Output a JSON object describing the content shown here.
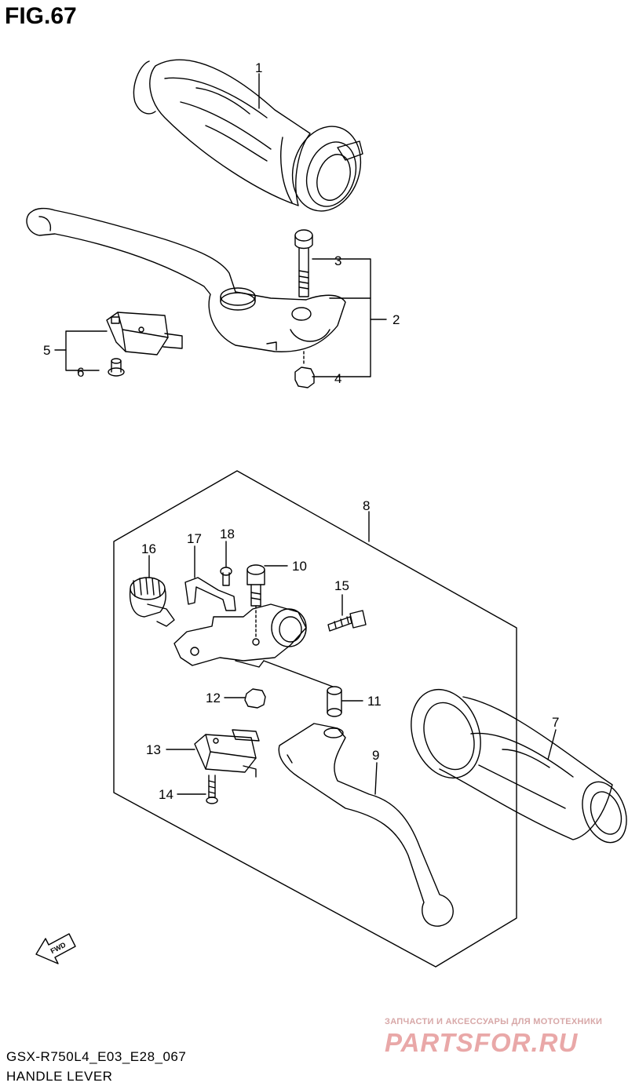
{
  "figure": {
    "title": "FIG.67",
    "model_code": "GSX-R750L4_E03_E28_067",
    "section_name": "HANDLE LEVER"
  },
  "callouts": {
    "c1": "1",
    "c2": "2",
    "c3": "3",
    "c4": "4",
    "c5": "5",
    "c6": "6",
    "c7": "7",
    "c8": "8",
    "c9": "9",
    "c10": "10",
    "c11": "11",
    "c12": "12",
    "c13": "13",
    "c14": "14",
    "c15": "15",
    "c16": "16",
    "c17": "17",
    "c18": "18"
  },
  "direction_arrow": {
    "label": "FWD"
  },
  "watermark": {
    "tagline": "ЗАПЧАСТИ И АКСЕССУАРЫ ДЛЯ МОТОТЕХНИКИ",
    "logo": "PARTSFOR.RU"
  },
  "colors": {
    "line": "#000000",
    "watermark": "#e9a8a8",
    "background": "#ffffff"
  }
}
